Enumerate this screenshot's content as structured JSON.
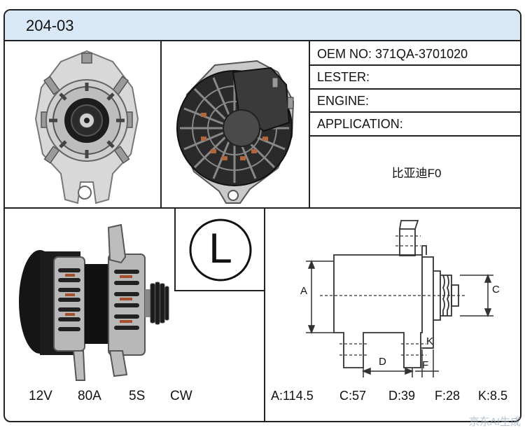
{
  "header": {
    "title": "204-03"
  },
  "specs": {
    "oem": "OEM NO: 371QA-3701020",
    "lester": "LESTER:",
    "engine": "ENGINE:",
    "application": "APPLICATION:",
    "application_value": "比亚迪F0"
  },
  "badge": {
    "letter": "L"
  },
  "electrical": {
    "voltage": "12V",
    "amperage": "80A",
    "pulley": "5S",
    "rotation": "CW"
  },
  "dimensions": {
    "A": "A:114.5",
    "C": "C:57",
    "D": "D:39",
    "F": "F:28",
    "K": "K:8.5"
  },
  "diagram_labels": {
    "a": "A",
    "c": "C",
    "d": "D",
    "f": "F",
    "k": "K"
  },
  "watermark": "京东AI生成",
  "colors": {
    "header_bg": "#d9e8f6",
    "border": "#222222"
  }
}
